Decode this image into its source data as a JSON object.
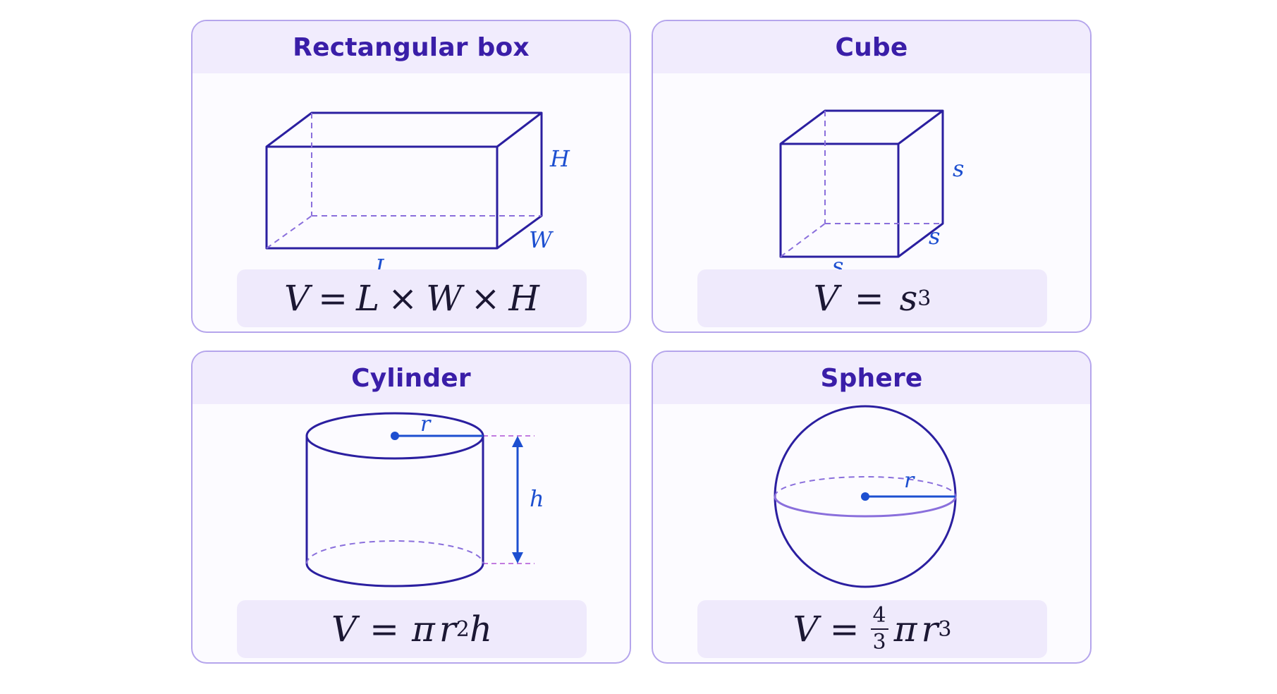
{
  "cards": [
    {
      "title": "Rectangular box",
      "labels": {
        "h": "H",
        "w": "W",
        "l": "L"
      },
      "formula": {
        "v": "V",
        "eq": "=",
        "l": "L",
        "x1": "×",
        "w": "W",
        "x2": "×",
        "h": "H"
      }
    },
    {
      "title": "Cube",
      "labels": {
        "s1": "s",
        "s2": "s",
        "s3": "s"
      },
      "formula": {
        "v": "V",
        "eq": "=",
        "s": "s",
        "exp": "3"
      }
    },
    {
      "title": "Cylinder",
      "labels": {
        "r": "r",
        "h": "h"
      },
      "formula": {
        "v": "V",
        "eq": "=",
        "pi": "π",
        "r": "r",
        "exp": "2",
        "h": "h"
      }
    },
    {
      "title": "Sphere",
      "labels": {
        "r": "r"
      },
      "formula": {
        "v": "V",
        "eq": "=",
        "num": "4",
        "den": "3",
        "pi": "π",
        "r": "r",
        "exp": "3"
      }
    }
  ],
  "colors": {
    "stroke": "#2b1fa0",
    "hidden": "#8a6fdc",
    "label": "#1d4fd0",
    "guide": "#c27be0"
  }
}
